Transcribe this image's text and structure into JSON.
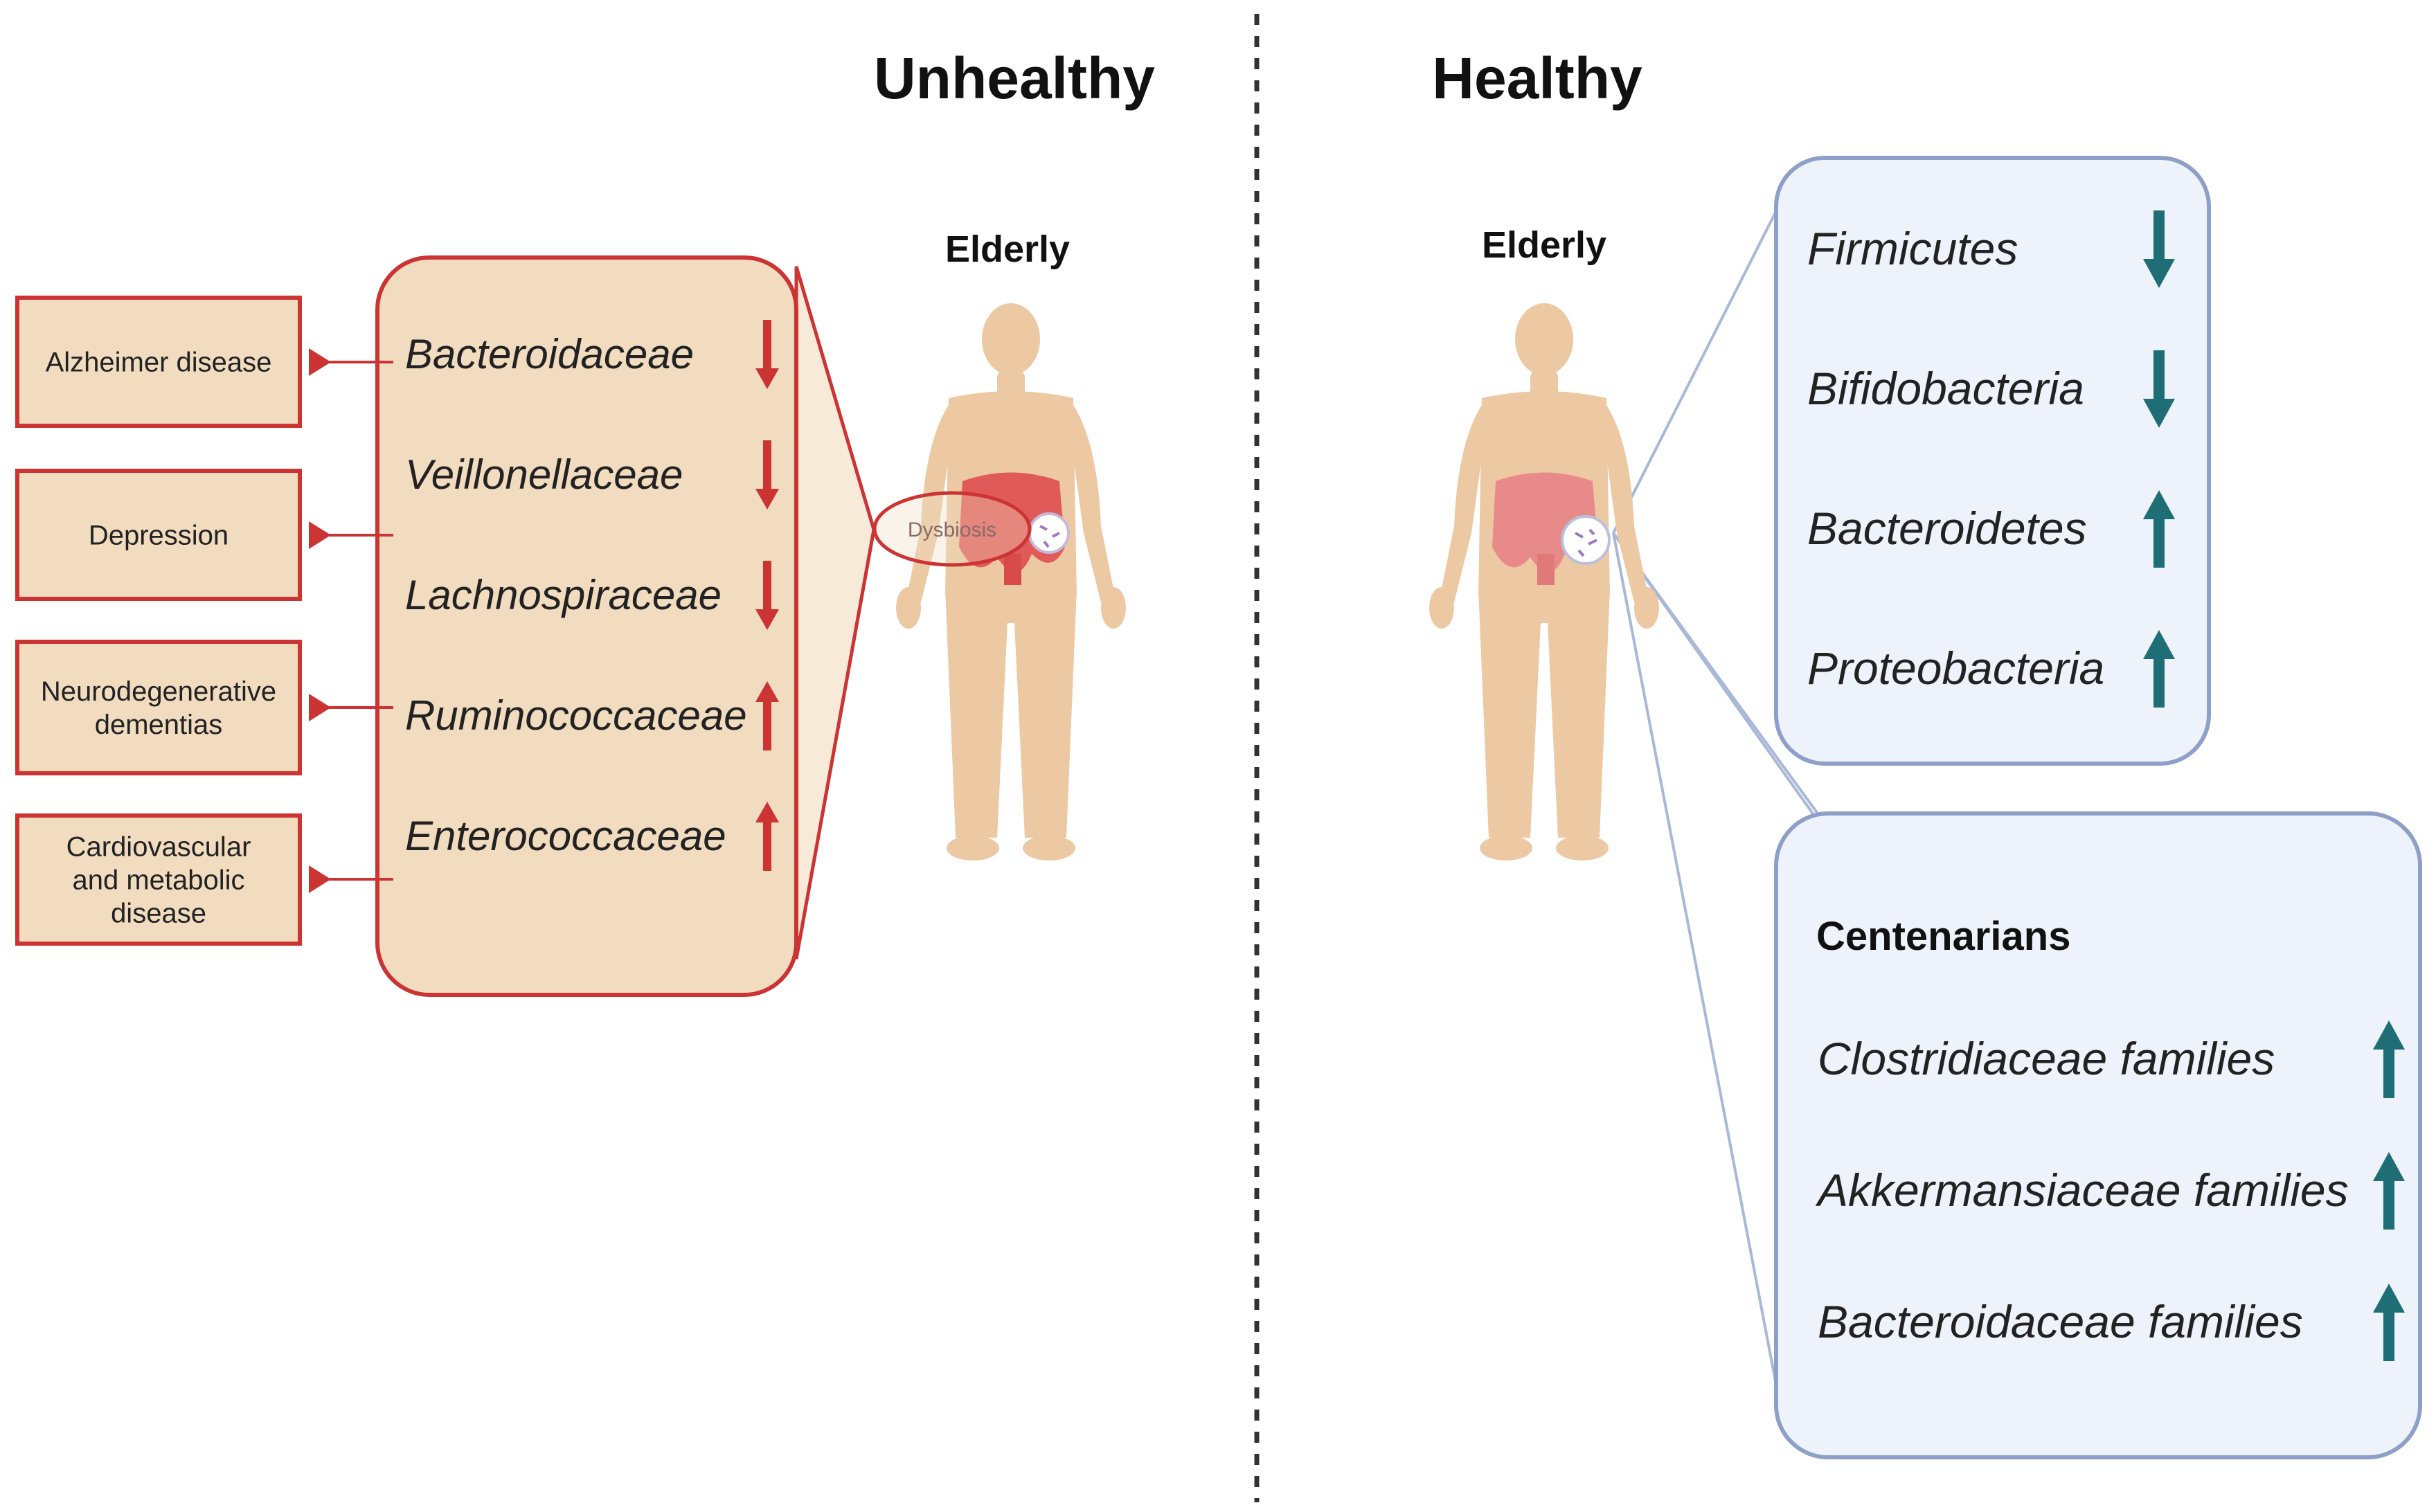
{
  "sections": {
    "unhealthy_title": "Unhealthy",
    "healthy_title": "Healthy"
  },
  "unhealthy": {
    "label": "Elderly",
    "dysbiosis_label": "Dysbiosis",
    "taxa": [
      {
        "name": "Bacteroidaceae",
        "trend": "down"
      },
      {
        "name": "Veillonellaceae",
        "trend": "down"
      },
      {
        "name": "Lachnospiraceae",
        "trend": "down"
      },
      {
        "name": "Ruminococcaceae",
        "trend": "up"
      },
      {
        "name": "Enterococcaceae",
        "trend": "up"
      }
    ],
    "diseases": [
      [
        "Alzheimer disease"
      ],
      [
        "Depression"
      ],
      [
        "Neurodegenerative",
        "dementias"
      ],
      [
        "Cardiovascular",
        "and metabolic",
        "disease"
      ]
    ]
  },
  "healthy": {
    "label": "Elderly",
    "taxa": [
      {
        "name": "Firmicutes",
        "trend": "down"
      },
      {
        "name": "Bifidobacteria",
        "trend": "down"
      },
      {
        "name": "Bacteroidetes",
        "trend": "up"
      },
      {
        "name": "Proteobacteria",
        "trend": "up"
      }
    ],
    "centenarians": {
      "heading": "Centenarians",
      "taxa": [
        {
          "name": "Clostridiaceae families",
          "trend": "up"
        },
        {
          "name": "Akkermansiaceae families",
          "trend": "up"
        },
        {
          "name": "Bacteroidaceae families",
          "trend": "up"
        }
      ]
    }
  },
  "colors": {
    "unhealthy_red": "#cc3333",
    "unhealthy_fill": "#f2dcc0",
    "healthy_teal": "#1f6e76",
    "healthy_border": "#8fa0c8",
    "healthy_fill": "#eef2fa",
    "skin": "#ecc9a3",
    "gut": "#e05a5a"
  }
}
